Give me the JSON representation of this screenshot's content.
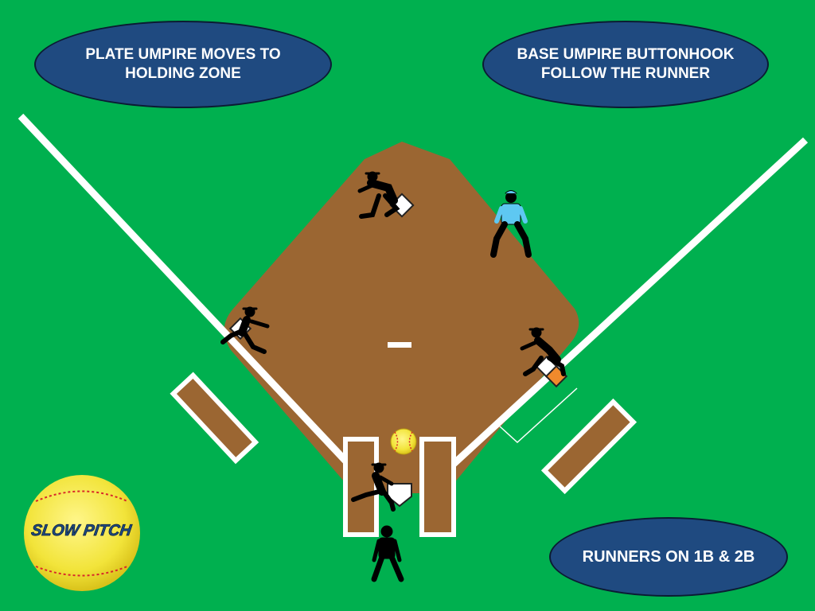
{
  "callouts": {
    "plate_umpire": {
      "line1": "PLATE UMPIRE MOVES TO",
      "line2": "HOLDING ZONE"
    },
    "base_umpire": {
      "line1": "BASE UMPIRE BUTTONHOOK",
      "line2": "FOLLOW THE RUNNER"
    },
    "runners": "RUNNERS ON 1B & 2B"
  },
  "logo": {
    "text": "SLOW PITCH"
  },
  "colors": {
    "field_grass": "#00b04f",
    "infield_dirt": "#9b6632",
    "callout_fill": "#1f4a80",
    "base_umpire_shirt": "#5ec8f2",
    "softball": "#f2e43a",
    "stitching": "#d8282a",
    "first_base_runner_base": "#f08a2c"
  },
  "icons": [
    "player-silhouette-icon",
    "umpire-silhouette-icon",
    "softball-icon",
    "base-icon",
    "home-plate-icon"
  ]
}
